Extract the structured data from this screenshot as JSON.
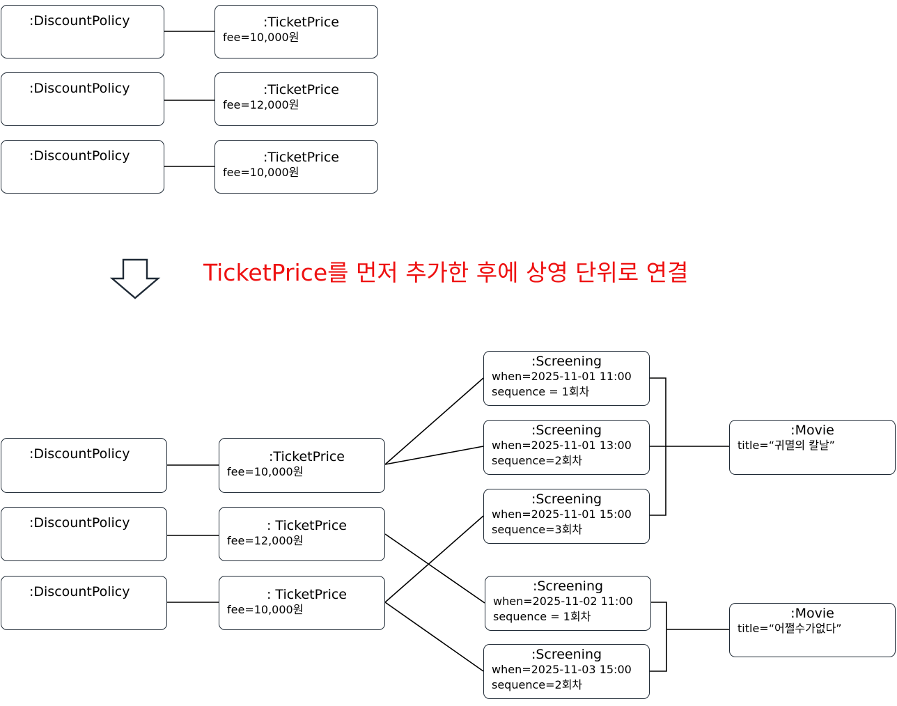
{
  "caption": "TicketPrice를 먼저 추가한 후에 상영 단위로 연결",
  "before": {
    "rows": [
      {
        "policy": ":DiscountPolicy",
        "price_title": ":TicketPrice",
        "price_fee": "fee=10,000원"
      },
      {
        "policy": ":DiscountPolicy",
        "price_title": ":TicketPrice",
        "price_fee": "fee=12,000원"
      },
      {
        "policy": ":DiscountPolicy",
        "price_title": ":TicketPrice",
        "price_fee": "fee=10,000원"
      }
    ]
  },
  "after": {
    "policies": [
      ":DiscountPolicy",
      ":DiscountPolicy",
      ":DiscountPolicy"
    ],
    "prices": [
      {
        "title": ":TicketPrice",
        "fee": "fee=10,000원"
      },
      {
        "title": ": TicketPrice",
        "fee": "fee=12,000원"
      },
      {
        "title": ": TicketPrice",
        "fee": "fee=10,000원"
      }
    ],
    "screenings": [
      {
        "title": ":Screening",
        "when": "when=2025-11-01 11:00",
        "sequence": "sequence = 1회차"
      },
      {
        "title": ":Screening",
        "when": "when=2025-11-01 13:00",
        "sequence": "sequence=2회차"
      },
      {
        "title": ":Screening",
        "when": "when=2025-11-01 15:00",
        "sequence": "sequence=3회차"
      },
      {
        "title": ":Screening",
        "when": "when=2025-11-02 11:00",
        "sequence": "sequence = 1회차"
      },
      {
        "title": ":Screening",
        "when": "when=2025-11-03 15:00",
        "sequence": "sequence=2회차"
      }
    ],
    "movies": [
      {
        "title": ":Movie",
        "attr": "title=“귀멸의 칼날”"
      },
      {
        "title": ":Movie",
        "attr": "title=“어쩔수가없다”"
      }
    ]
  },
  "colors": {
    "caption": "#ee1111",
    "border": "#1f2a36",
    "line": "#000000"
  },
  "icons": {
    "transition": "down-arrow-icon"
  }
}
